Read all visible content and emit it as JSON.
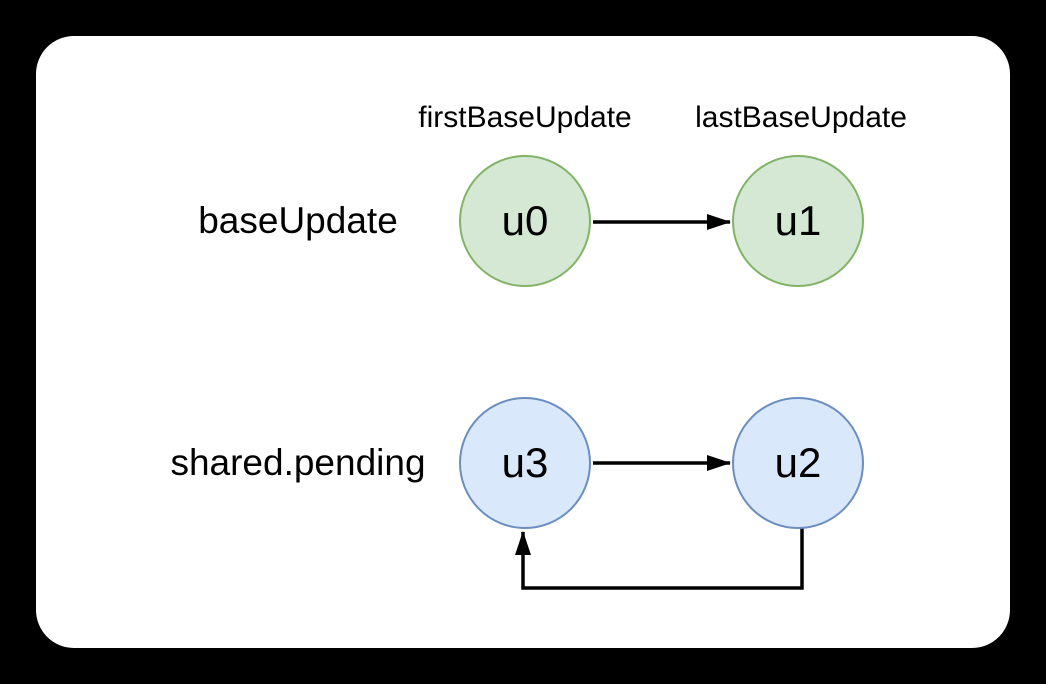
{
  "background": {
    "page_color": "#000000",
    "card_color": "#ffffff"
  },
  "diagram": {
    "rows": [
      {
        "label": "baseUpdate",
        "nodes": [
          {
            "id": "u0",
            "caption": "firstBaseUpdate",
            "fill": "#d5e8d4",
            "stroke": "#82b366"
          },
          {
            "id": "u1",
            "caption": "lastBaseUpdate",
            "fill": "#d5e8d4",
            "stroke": "#82b366"
          }
        ],
        "edges": [
          {
            "from": "u0",
            "to": "u1",
            "style": "straight-arrow"
          }
        ]
      },
      {
        "label": "shared.pending",
        "nodes": [
          {
            "id": "u3",
            "fill": "#dae8fc",
            "stroke": "#6c8ebf"
          },
          {
            "id": "u2",
            "fill": "#dae8fc",
            "stroke": "#6c8ebf"
          }
        ],
        "edges": [
          {
            "from": "u3",
            "to": "u2",
            "style": "straight-arrow"
          },
          {
            "from": "u2",
            "to": "u3",
            "style": "loop-below"
          }
        ]
      }
    ],
    "edge_color": "#000000",
    "text_color": "#000000"
  }
}
